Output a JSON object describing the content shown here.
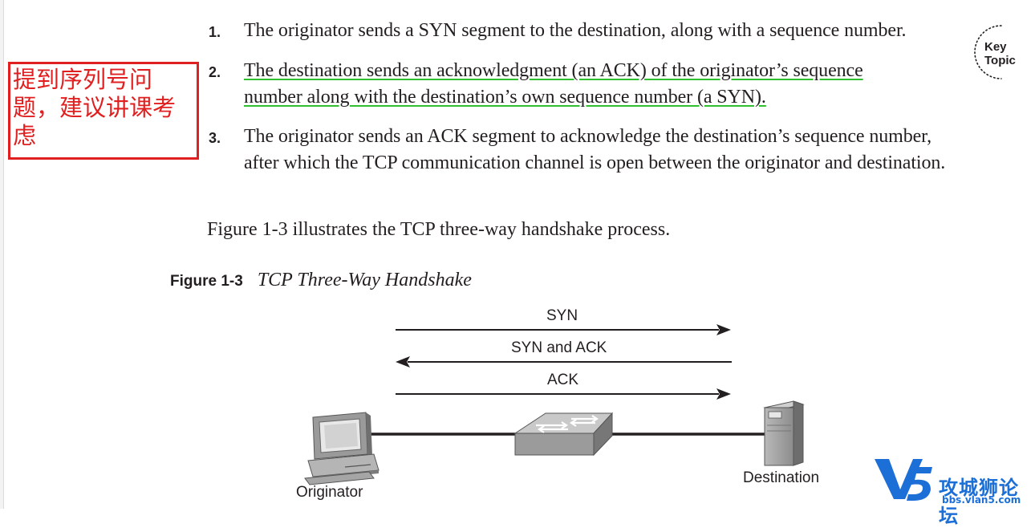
{
  "steps": [
    {
      "num": "1.",
      "text": "The originator sends a SYN segment to the destination, along with a sequence number."
    },
    {
      "num": "2.",
      "text": "The destination sends an acknowledgment (an ACK) of the originator’s sequence number along with the destination’s own sequence number (a SYN)."
    },
    {
      "num": "3.",
      "text": "The originator sends an ACK segment to acknowledge the destination’s sequence number, after which the TCP communication channel is open between the originator and destination."
    }
  ],
  "paragraph": "Figure 1-3 illustrates the TCP three-way handshake process.",
  "note": "提到序列号问题，建议讲课考虑",
  "key_topic": {
    "line1": "Key",
    "line2": "Topic"
  },
  "figure": {
    "number": "Figure 1-3",
    "title": "TCP Three-Way Handshake",
    "arrows": [
      {
        "label": "SYN",
        "direction": "right"
      },
      {
        "label": "SYN and ACK",
        "direction": "left"
      },
      {
        "label": "ACK",
        "direction": "right"
      }
    ],
    "originator_label": "Originator",
    "destination_label": "Destination"
  },
  "watermark": {
    "name": "攻城狮论坛",
    "url": "bbs.vlan5.com",
    "logo_text": "V5"
  },
  "colors": {
    "note_red": "#e02020",
    "highlight_green": "#2fbf2f",
    "watermark_blue": "#1c6fd6"
  }
}
